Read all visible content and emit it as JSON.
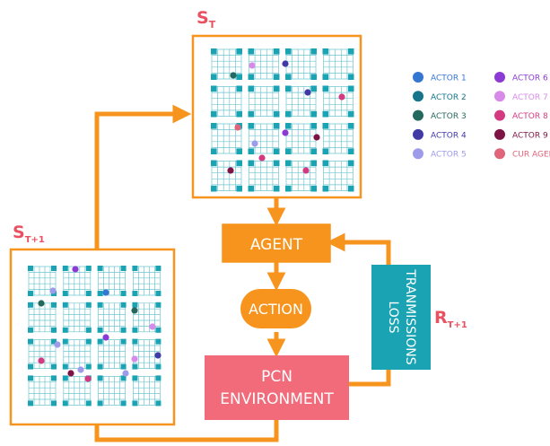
{
  "labels": {
    "state_t": {
      "main": "S",
      "sub": "T"
    },
    "state_t1": {
      "main": "S",
      "sub": "T+1"
    },
    "reward": {
      "main": "R",
      "sub": "T+1"
    }
  },
  "nodes": {
    "agent": "AGENT",
    "action": "ACTION",
    "environment_line1": "PCN",
    "environment_line2": "ENVIRONMENT",
    "loss_line1": "TRANMISSIONS",
    "loss_line2": "LOSS"
  },
  "colors": {
    "orange": "#f7941d",
    "teal": "#1aa3b3",
    "pink": "#f26b7a",
    "grid_line": "#6ec6cf",
    "grid_block": "#1aa3b3",
    "title_red": "#ea5160"
  },
  "legend": [
    {
      "label": "ACTOR 1",
      "color": "#3576d2"
    },
    {
      "label": "ACTOR 2",
      "color": "#16758a"
    },
    {
      "label": "ACTOR 3",
      "color": "#24695e"
    },
    {
      "label": "ACTOR 4",
      "color": "#4039a6"
    },
    {
      "label": "ACTOR 5",
      "color": "#9d9bea"
    },
    {
      "label": "ACTOR 6",
      "color": "#8b3bd4"
    },
    {
      "label": "ACTOR 7",
      "color": "#d88ae8"
    },
    {
      "label": "ACTOR 8",
      "color": "#d43a82"
    },
    {
      "label": "ACTOR 9",
      "color": "#7d1445"
    },
    {
      "label": "CUR AGENT",
      "color": "#e0647a"
    }
  ]
}
